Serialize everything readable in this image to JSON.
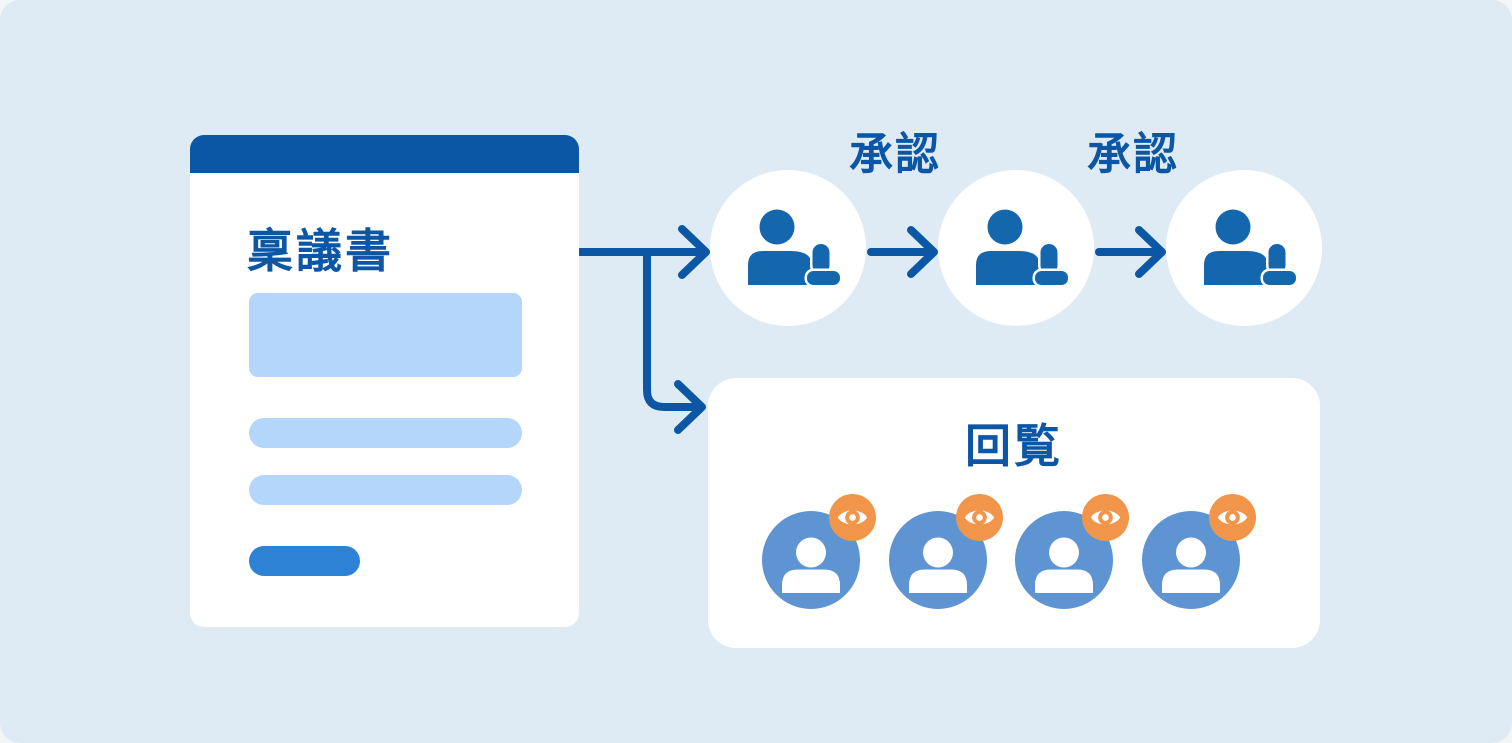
{
  "diagram": {
    "document": {
      "title": "稟議書"
    },
    "approval": {
      "label": "承認",
      "approver_count": 3,
      "icon": "person-with-stamp-icon"
    },
    "circulation": {
      "label": "回覧",
      "member_count": 4,
      "member_icon": "person-icon",
      "badge_icon": "eye-icon"
    }
  },
  "colors": {
    "page-bg": "#f3f6f7",
    "canvas-bg": "#dfebf4",
    "primary-dark": "#0b57a5",
    "icon-blue": "#1467ad",
    "block-light-blue": "#b5d6fb",
    "action-blue": "#2e82d6",
    "avatar-blue": "#5f94d2",
    "badge-orange": "#f0954a",
    "node-bg": "#ffffff"
  }
}
